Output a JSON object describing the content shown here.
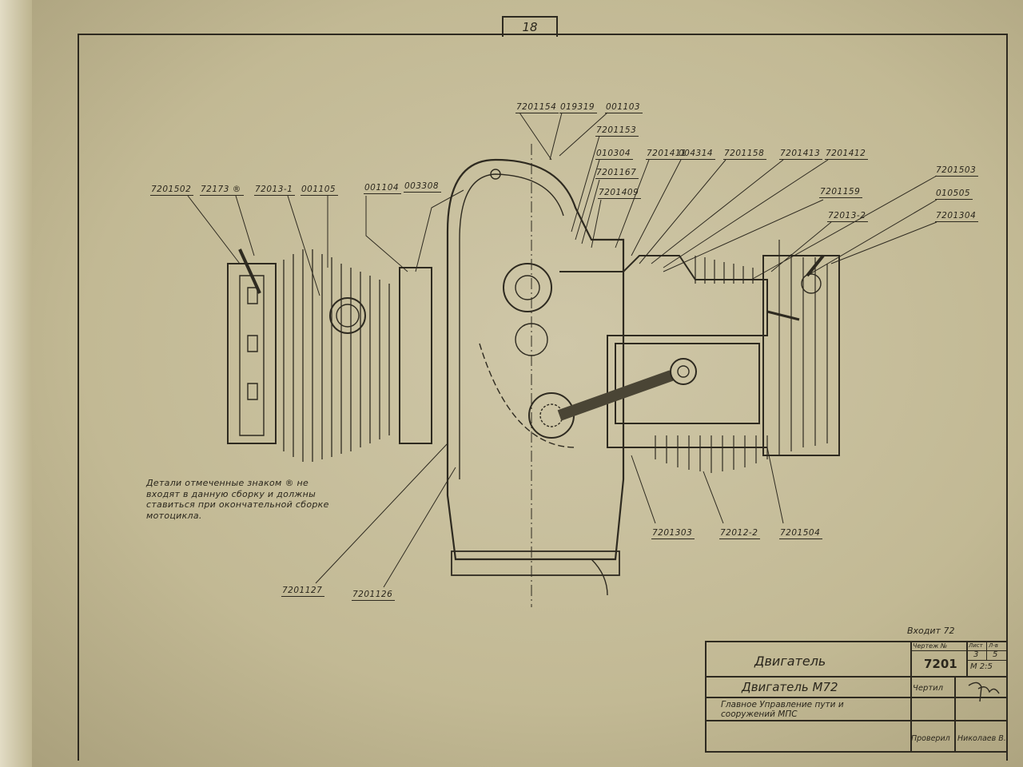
{
  "page_number": "18",
  "callouts": {
    "top": [
      "7201154",
      "019319",
      "001103",
      "7201153",
      "010304",
      "7201411",
      "004314",
      "7201158",
      "7201413",
      "7201412",
      "7201167",
      "7201409"
    ],
    "right": [
      "7201503",
      "7201159",
      "010505",
      "72013-2",
      "7201304"
    ],
    "left": [
      "7201502",
      "72173 ®",
      "72013-1",
      "001105",
      "001104",
      "003308"
    ],
    "bottom": [
      "7201303",
      "72012-2",
      "7201504",
      "7201127",
      "7201126"
    ]
  },
  "note": "Детали отмеченные знаком ® не входят в данную сборку и должны ставиться при окончательной сборке мотоцикла.",
  "title_block": {
    "enters_into": "Входит 72",
    "drawing_no_label": "Чертеж №",
    "drawing_no": "7201",
    "sheet_label": "Лист",
    "sheets_label": "Л-в",
    "sheet": "3",
    "sheets": "5",
    "scale": "М 2:5",
    "name": "Двигатель",
    "subtitle": "Двигатель М72",
    "organization": "Главное Управление пути и сооружений МПС",
    "drawn_label": "Чертил",
    "checked_label": "Проверил",
    "checked_by": "Николаев В."
  }
}
